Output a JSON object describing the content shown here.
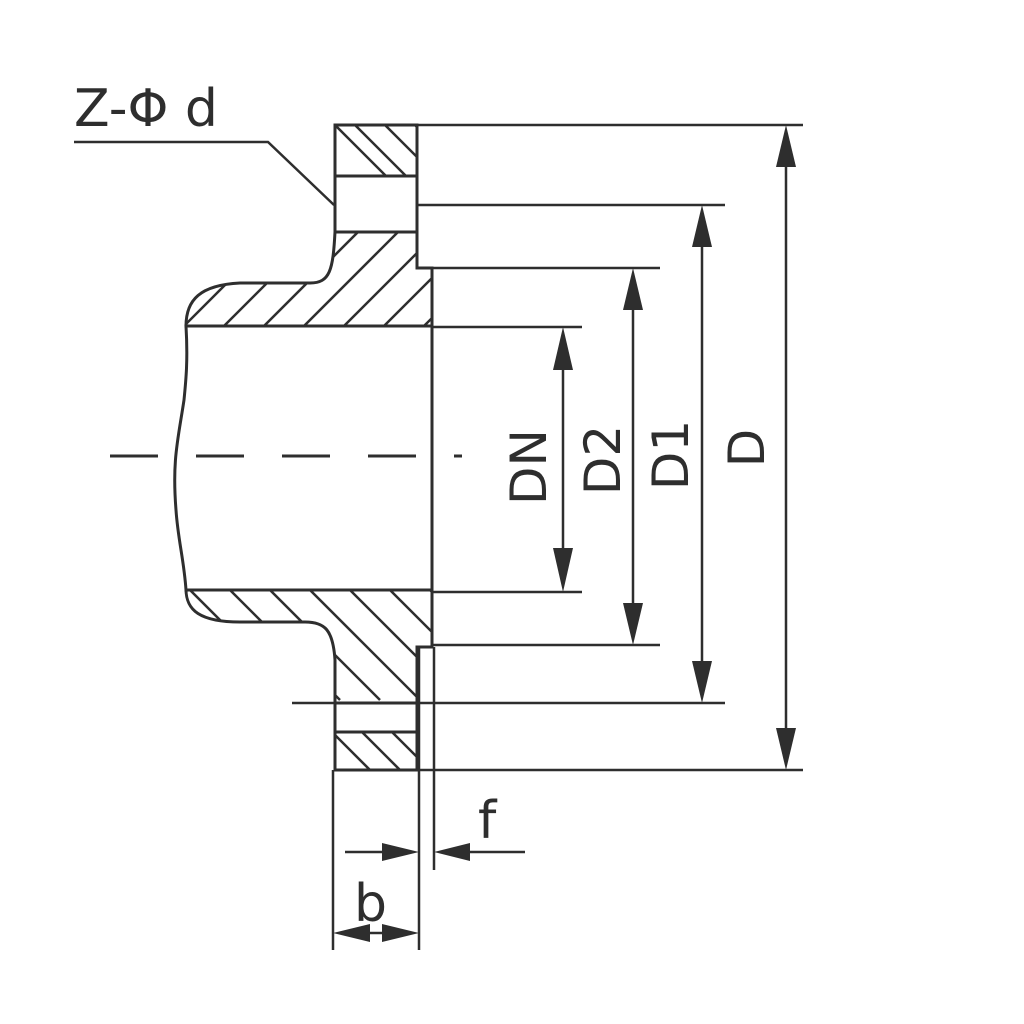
{
  "callout": {
    "text": "Z-Φ d"
  },
  "dimensions": {
    "dn": "DN",
    "d2": "D2",
    "d1": "D1",
    "d": "D",
    "b": "b",
    "f": "f"
  },
  "colors": {
    "line": "#2e2e2e",
    "background": "#ffffff"
  }
}
